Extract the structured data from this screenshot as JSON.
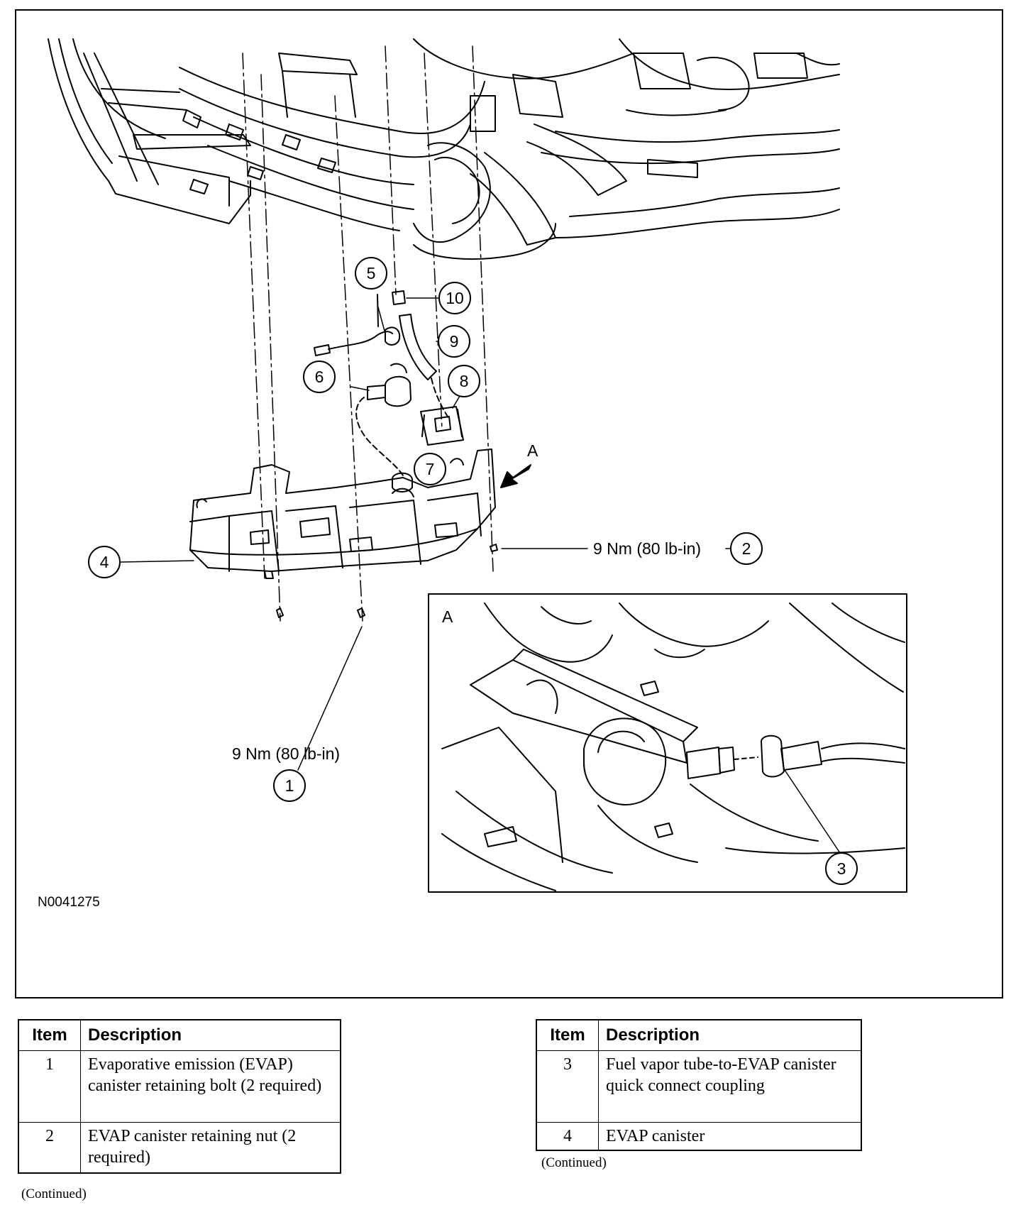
{
  "figure": {
    "figure_id": "N0041275",
    "inset_label": "A",
    "view_arrow_label": "A",
    "callouts": [
      "1",
      "2",
      "3",
      "4",
      "5",
      "6",
      "7",
      "8",
      "9",
      "10"
    ],
    "torque_bolt": "9 Nm (80 lb-in)",
    "torque_nut": "9 Nm (80 lb-in)"
  },
  "legend_left": {
    "header_item": "Item",
    "header_desc": "Description",
    "rows": [
      {
        "item": "1",
        "desc": "Evaporative emission (EVAP) canister retaining bolt (2 required)"
      },
      {
        "item": "2",
        "desc": "EVAP canister retaining nut (2 required)"
      }
    ],
    "continued": "(Continued)"
  },
  "legend_right": {
    "header_item": "Item",
    "header_desc": "Description",
    "rows": [
      {
        "item": "3",
        "desc": "Fuel vapor tube-to-EVAP canister quick connect coupling"
      },
      {
        "item": "4",
        "desc": "EVAP canister"
      }
    ],
    "continued": "(Continued)"
  }
}
